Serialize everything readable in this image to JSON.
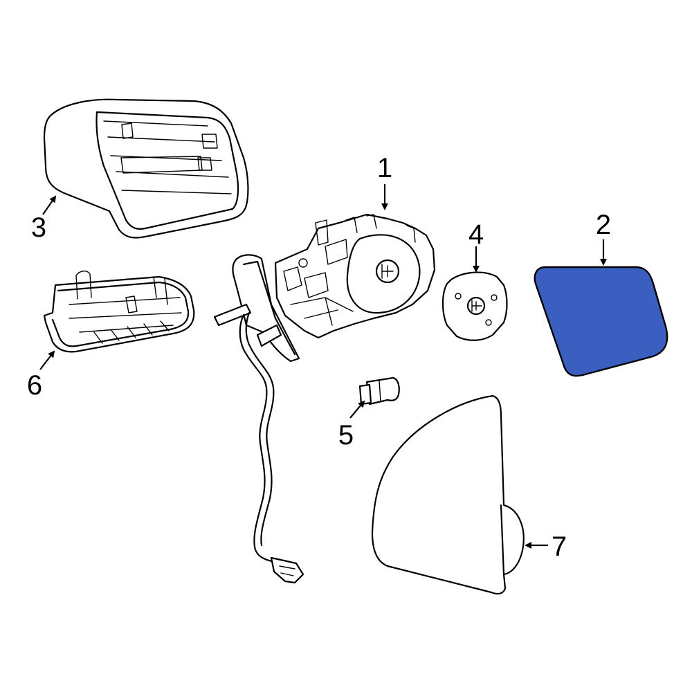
{
  "diagram": {
    "highlight_color": "#3a5fc0",
    "parts": [
      {
        "id": "part-1",
        "label": "1",
        "desc_icon": "mirror-motor-assembly-icon"
      },
      {
        "id": "part-2",
        "label": "2",
        "desc_icon": "mirror-glass-icon"
      },
      {
        "id": "part-3",
        "label": "3",
        "desc_icon": "mirror-cover-icon"
      },
      {
        "id": "part-4",
        "label": "4",
        "desc_icon": "actuator-plate-icon"
      },
      {
        "id": "part-5",
        "label": "5",
        "desc_icon": "bulb-socket-icon"
      },
      {
        "id": "part-6",
        "label": "6",
        "desc_icon": "lower-cover-icon"
      },
      {
        "id": "part-7",
        "label": "7",
        "desc_icon": "outer-housing-icon"
      }
    ]
  }
}
